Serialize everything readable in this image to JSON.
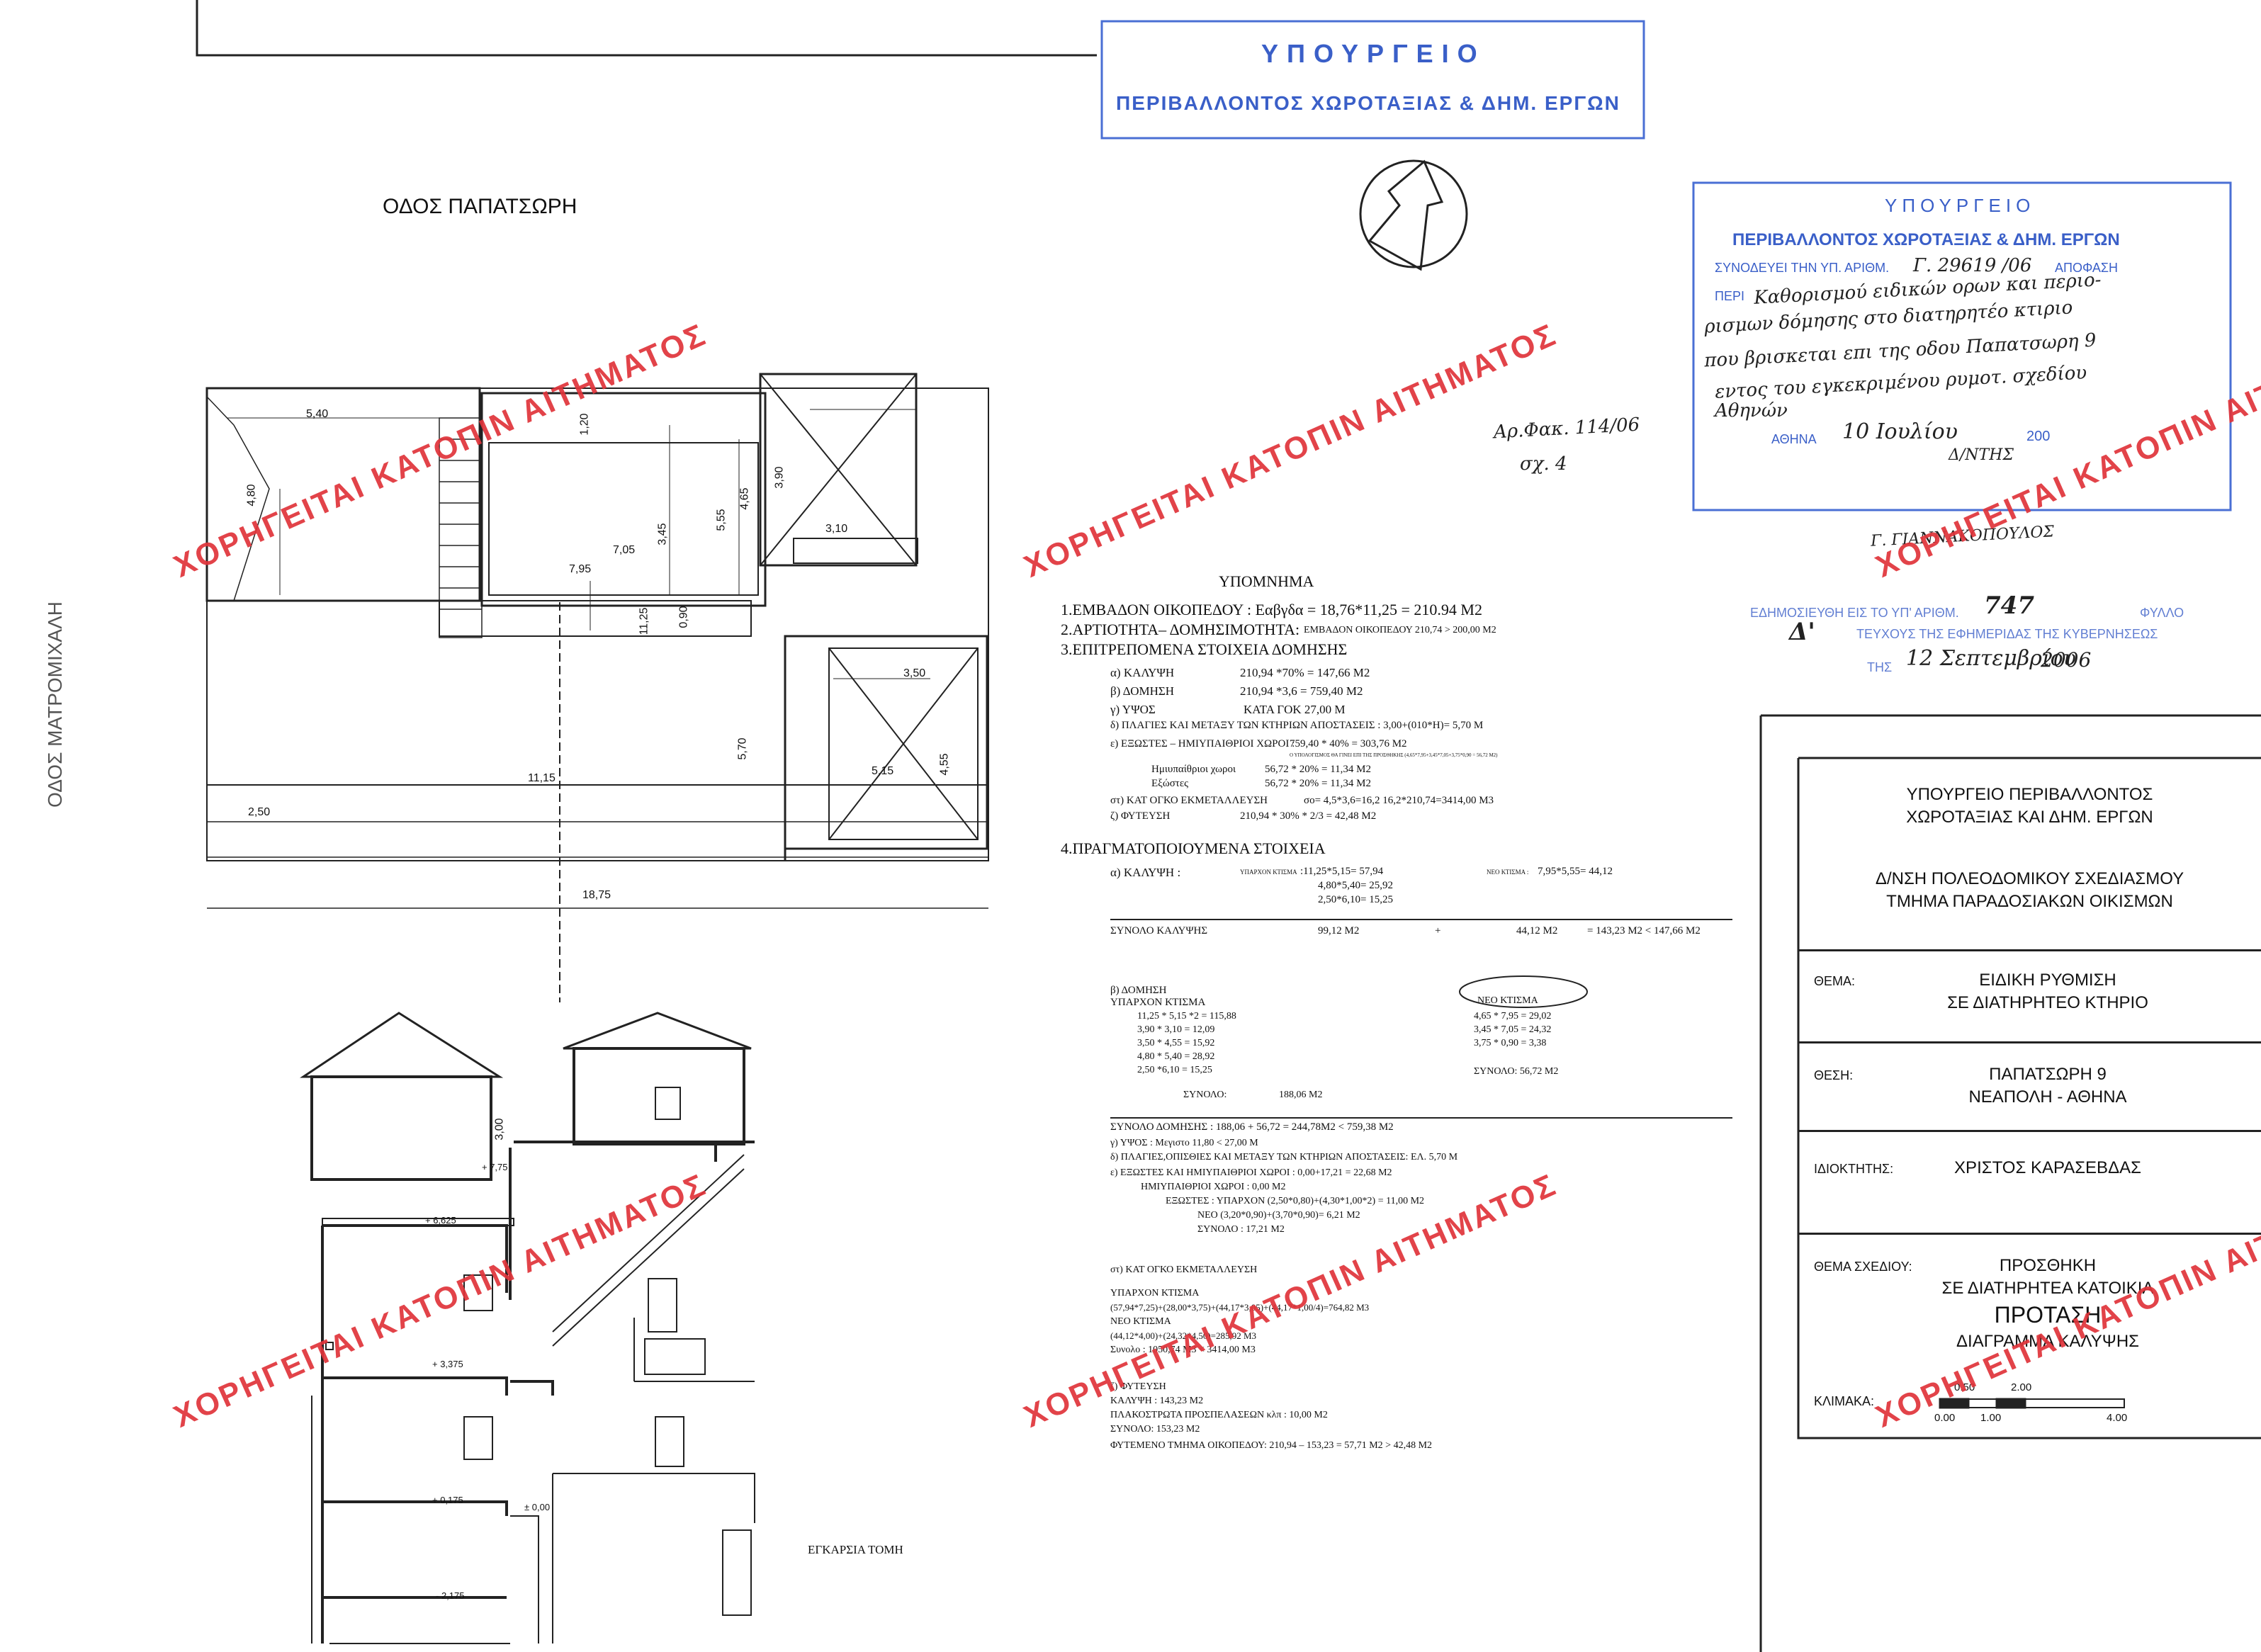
{
  "stamp_top": {
    "line1": "ΥΠΟΥΡΓΕΙΟ",
    "line2": "ΠΕΡΙΒΑΛΛΟΝΤΟΣ ΧΩΡΟΤΑΞΙΑΣ & ΔΗΜ. ΕΡΓΩΝ"
  },
  "stamp_right": {
    "line1": "ΥΠΟΥΡΓΕΙΟ",
    "line2": "ΠΕΡΙΒΑΛΛΟΝΤΟΣ ΧΩΡΟΤΑΞΙΑΣ & ΔΗΜ. ΕΡΓΩΝ",
    "syn_label": "ΣΥΝΟΔΕΥΕΙ ΤΗΝ ΥΠ. ΑΡΙΘΜ.",
    "syn_num": "Γ. 29619 /06",
    "apofasi": "ΑΠΟΦΑΣΗ",
    "peri_label": "ΠΕΡΙ",
    "hand1": "Καθορισμού ειδικών ορων και περιο-",
    "hand2": "ρισμων δόμησης στο διατηρητέο κτιριο",
    "hand3": "που βρισκεται επι της οδου Παπατσωρη 9",
    "hand4": "εντος του εγκεκριμένου ρυμοτ. σχεδίου",
    "hand5": "Αθηνών",
    "athina_label": "ΑΘΗΝΑ",
    "date_hand": "10 Ιουλίου",
    "year": "200",
    "dnsi": "Δ/ΝΤΗΣ",
    "signature": "Γ. ΓΙΑΝΝΑΚΟΠΟΥΛΟΣ"
  },
  "stamp_pub": {
    "line1_label": "ΕΔΗΜΟΣΙΕΥΘΗ ΕΙΣ ΤΟ ΥΠ' ΑΡΙΘΜ.",
    "line1_num": "747",
    "line1_tail": "ΦΥΛΛΟ",
    "line2_d": "Δ'",
    "line2_text": "ΤΕΥΧΟΥΣ ΤΗΣ ΕΦΗΜΕΡΙΔΑΣ ΤΗΣ ΚΥΒΕΡΝΗΣΕΩΣ",
    "line3_label": "ΤΗΣ",
    "line3_date": "12 Σεπτεμβρίου",
    "line3_year": "2006"
  },
  "handnote": {
    "line1": "Αρ.Φακ. 114/06",
    "line2": "σχ. 4"
  },
  "streets": {
    "top": "ΟΔΟΣ ΠΑΠΑΤΣΩΡΗ",
    "left": "ΟΔΟΣ ΜΑΤΡΟΜΙΧΑΛΗ"
  },
  "watermark": "ΧΟΡΗΓΕΙΤΑΙ ΚΑΤΟΠΙΝ ΑΙΤΗΜΑΤΟΣ",
  "plan_dims": {
    "d540": "5,40",
    "d480": "4,80",
    "d120": "1,20",
    "d345": "3,45",
    "d555": "5,55",
    "d465": "4,65",
    "d390": "3,90",
    "d310": "3,10",
    "d705": "7,05",
    "d795": "7,95",
    "d1125": "11,25",
    "d090": "0,90",
    "d350": "3,50",
    "d570": "5,70",
    "d515": "5,15",
    "d455": "4,55",
    "d1115": "11,15",
    "d250": "2,50",
    "d1875": "18,75"
  },
  "section": {
    "d300": "3,00",
    "e775": "+ 7,75",
    "e6625": "+ 6,625",
    "e3375": "+ 3,375",
    "e0175": "+ 0,175",
    "e000": "± 0,00",
    "e2175": "- 2,175",
    "title": "ΕΓΚΑΡΣΙΑ ΤΟΜΗ"
  },
  "legend": {
    "title": "ΥΠΟΜΝΗΜΑ",
    "l1": "1.ΕΜΒΑΔΟΝ ΟΙΚΟΠΕΔΟΥ : Εαβγδα = 18,76*11,25 = 210.94 Μ2",
    "l2a": "2.ΑΡΤΙΟΤΗΤΑ– ΔΟΜΗΣΙΜΟΤΗΤΑ:",
    "l2b": "ΕΜΒΑΔΟΝ ΟΙΚΟΠΕΔΟΥ 210,74 > 200,00 Μ2",
    "l3": "3.ΕΠΙΤΡΕΠΟΜΕΝΑ ΣΤΟΙΧΕΙΑ ΔΟΜΗΣΗΣ",
    "a_l": "α) ΚΑΛΥΨΗ",
    "a_v": "210,94 *70% = 147,66 Μ2",
    "b_l": "β) ΔΟΜΗΣΗ",
    "b_v": "210,94 *3,6 = 759,40 Μ2",
    "g_l": "γ) ΥΨΟΣ",
    "g_v": "ΚΑΤΑ ΓΟΚ  27,00 Μ",
    "d_l": "δ) ΠΛΑΓΙΕΣ ΚΑΙ ΜΕΤΑΞΥ ΤΩΝ ΚΤΗΡΙΩΝ ΑΠΟΣΤΑΣΕΙΣ : 3,00+(010*Η)= 5,70 Μ",
    "e_l": "ε) ΕΞΩΣΤΕΣ – ΗΜΙΥΠΑΙΘΡΙΟΙ ΧΩΡΟΙ :",
    "e_v": "759,40 * 40% = 303,76 Μ2",
    "e_small": "Ο ΥΠΟΛΟΓΙΣΜΟΣ ΘΑ ΓΙΝΕΙ ΕΠΙ ΤΗΣ ΠΡΟΣΘΗΚΗΣ (4,65*7,95+3,45*7,05+3,75*0,90 = 56,72 Μ2)",
    "hmi_l": "Ημιυπαίθριοι χωροι",
    "hmi_v": "56,72 * 20% = 11,34 Μ2",
    "exo_l": "Εξώστες",
    "exo_v": "56,72 * 20% = 11,34 Μ2",
    "st_l": "στ) ΚΑΤ ΟΓΚΟ ΕΚΜΕΤΑΛΛΕΥΣΗ",
    "st_v": "σο= 4,5*3,6=16,2     16,2*210,74=3414,00 Μ3",
    "z_l": "ζ) ΦΥΤΕΥΣΗ",
    "z_v": "210,94 * 30% * 2/3 = 42,48 Μ2",
    "l4": "4.ΠΡΑΓΜΑΤΟΠΟΙΟΥΜΕΝΑ ΣΤΟΙΧΕΙΑ",
    "k_l": "α) ΚΑΛΥΨΗ :",
    "k_ex": "ΥΠΑΡΧΟΝ ΚΤΙΣΜΑ",
    "k_1": ":11,25*5,15= 57,94",
    "k_2": "4,80*5,40= 25,92",
    "k_3": "2,50*6,10= 15,25",
    "k_neo": "ΝΕΟ ΚΤΙΣΜΑ :",
    "k_neo_v": "7,95*5,55= 44,12",
    "syn_l": "ΣΥΝΟΛΟ ΚΑΛΥΨΗΣ",
    "syn_1": "99,12 Μ2",
    "syn_plus": "+",
    "syn_2": "44,12 Μ2",
    "syn_3": "= 143,23 Μ2 < 147,66 Μ2",
    "dom_l": "β) ΔΟΜΗΣΗ",
    "dom_ex": "ΥΠΑΡΧΟΝ ΚΤΙΣΜΑ",
    "dom_e1": "11,25 * 5,15 *2 = 115,88",
    "dom_e2": "3,90 * 3,10  =   12,09",
    "dom_e3": "3,50 * 4,55  =   15,92",
    "dom_e4": "4,80 * 5,40  =   28,92",
    "dom_e5": "2,50 *6,10  =   15,25",
    "dom_syn": "ΣΥΝΟΛΟ:",
    "dom_syn_v": "188,06 Μ2",
    "dom_neo": "ΝΕΟ ΚΤΙΣΜΑ",
    "dom_n1": "4,65 * 7,95 = 29,02",
    "dom_n2": "3,45 * 7,05 = 24,32",
    "dom_n3": "3,75 * 0,90 =  3,38",
    "dom_n_syn": "ΣΥΝΟΛΟ: 56,72 Μ2",
    "dom_total": "ΣΥΝΟΛΟ ΔΟΜΗΣΗΣ : 188,06 + 56,72 = 244,78Μ2 <  759,38 Μ2",
    "y_l": "γ) ΥΨΟΣ :  Μεγιστο 11,80 < 27,00 Μ",
    "d2_l": "δ) ΠΛΑΓΙΕΣ,ΟΠΙΣΘΙΕΣ ΚΑΙ ΜΕΤΑΞΥ ΤΩΝ ΚΤΗΡΙΩΝ ΑΠΟΣΤΑΣΕΙΣ: ΕΛ. 5,70 Μ",
    "e2_l": "ε) ΕΞΩΣΤΕΣ ΚΑΙ ΗΜΙΥΠΑΙΘΡΙΟΙ ΧΩΡΟΙ : 0,00+17,21 = 22,68 Μ2",
    "e2_h": "ΗΜΙΥΠΑΙΘΡΙΟΙ ΧΩΡΟΙ :  0,00 Μ2",
    "e2_x": "ΕΞΩΣΤΕΣ : ΥΠΑΡΧΟΝ (2,50*0,80)+(4,30*1,00*2) = 11,00 Μ2",
    "e2_n": "ΝΕΟ       (3,20*0,90)+(3,70*0,90)= 6,21 Μ2",
    "e2_s": "ΣΥΝΟΛΟ : 17,21 Μ2",
    "st2_l": "στ) ΚΑΤ ΟΓΚΟ ΕΚΜΕΤΑΛΛΕΥΣΗ",
    "st2_ex": "ΥΠΑΡΧΟΝ ΚΤΙΣΜΑ",
    "st2_1": "(57,94*7,25)+(28,00*3,75)+(44,17*3,05)+(44,17*1,00/4)=764,82 Μ3",
    "st2_neo": "ΝΕΟ ΚΤΙΣΜΑ",
    "st2_2": "(44,12*4,00)+(24,32*4,50)=285,92 Μ3",
    "st2_syn": "Συνολο : 1050,74 Μ3 < 3414,00 Μ3",
    "z2_l": "ζ) ΦΥΤΕΥΣΗ",
    "z2_k": "ΚΑΛΥΨΗ :    143,23 Μ2",
    "z2_p": "ΠΛΑΚΟΣΤΡΩΤΑ ΠΡΟΣΠΕΛΑΣΕΩΝ κλπ : 10,00 Μ2",
    "z2_s": "ΣΥΝΟΛΟ: 153,23 Μ2",
    "z2_f": "ΦΥΤΕΜΕΝΟ ΤΜΗΜΑ ΟΙΚΟΠΕΔΟΥ: 210,94 – 153,23 = 57,71 Μ2 > 42,48 Μ2"
  },
  "titleblock": {
    "ministry1": "ΥΠΟΥΡΓΕΙΟ ΠΕΡΙΒΑΛΛΟΝΤΟΣ",
    "ministry2": "ΧΩΡΟΤΑΞΙΑΣ ΚΑΙ ΔΗΜ. ΕΡΓΩΝ",
    "dept1": "Δ/ΝΣΗ ΠΟΛΕΟΔΟΜΙΚΟΥ ΣΧΕΔΙΑΣΜΟΥ",
    "dept2": "ΤΜΗΜΑ ΠΑΡΑΔΟΣΙΑΚΩΝ ΟΙΚΙΣΜΩΝ",
    "thema_l": "ΘΕΜΑ:",
    "thema_1": "ΕΙΔΙΚΗ ΡΥΘΜΙΣΗ",
    "thema_2": "ΣΕ ΔΙΑΤΗΡΗΤΕΟ ΚΤΗΡΙΟ",
    "thesi_l": "ΘΕΣΗ:",
    "thesi_1": "ΠΑΠΑΤΣΩΡΗ 9",
    "thesi_2": "ΝΕΑΠΟΛΗ - ΑΘΗΝΑ",
    "idio_l": "ΙΔΙΟΚΤΗΤΗΣ:",
    "idio_v": "ΧΡΙΣΤΟΣ ΚΑΡΑΣΕΒΔΑΣ",
    "sxed_l": "ΘΕΜΑ ΣΧΕΔΙΟΥ:",
    "sxed_1": "ΠΡΟΣΘΗΚΗ",
    "sxed_2": "ΣΕ ΔΙΑΤΗΡΗΤΕΑ ΚΑΤΟΙΚΙΑ",
    "sxed_3": "ΠΡΟΤΑΣΗ",
    "sxed_4": "ΔΙΑΓΡΑΜΜΑ ΚΑΛΥΨΗΣ",
    "klim_l": "ΚΛΙΜΑΚΑ:",
    "s050": "0.50",
    "s200": "2.00",
    "s000": "0.00",
    "s100": "1.00",
    "s400": "4.00"
  }
}
